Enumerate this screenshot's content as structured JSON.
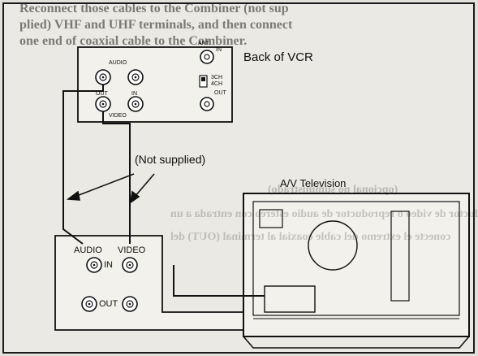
{
  "manual": {
    "top_lines": [
      "Reconnect those cables to the Combiner (not sup",
      "plied) VHF and UHF terminals, and then connect",
      "one end of coaxial cable to the Combiner."
    ],
    "mirror_lines": [
      "(opcional no suministrado)",
      "Reproductor de video o reproductor de audio estereo con entrada a un",
      "conecte el extremo del cable coaxial al terminal (OUT) del"
    ]
  },
  "diagram": {
    "title": "Back of VCR",
    "not_supplied": "(Not supplied)",
    "tv_label": "A/V Television",
    "vcr": {
      "audio": "AUDIO",
      "out": "OUT",
      "in": "IN",
      "video": "VIDEO",
      "ant": "ANT.",
      "ant_in": "IN",
      "ch3": "3CH",
      "ch4": "4CH",
      "rf_out": "OUT"
    },
    "tv": {
      "audio": "AUDIO",
      "video": "VIDEO",
      "in": "IN",
      "out": "OUT"
    },
    "colors": {
      "line": "#111111",
      "panel": "#f3f1ec",
      "paper": "#e3e1da"
    }
  }
}
